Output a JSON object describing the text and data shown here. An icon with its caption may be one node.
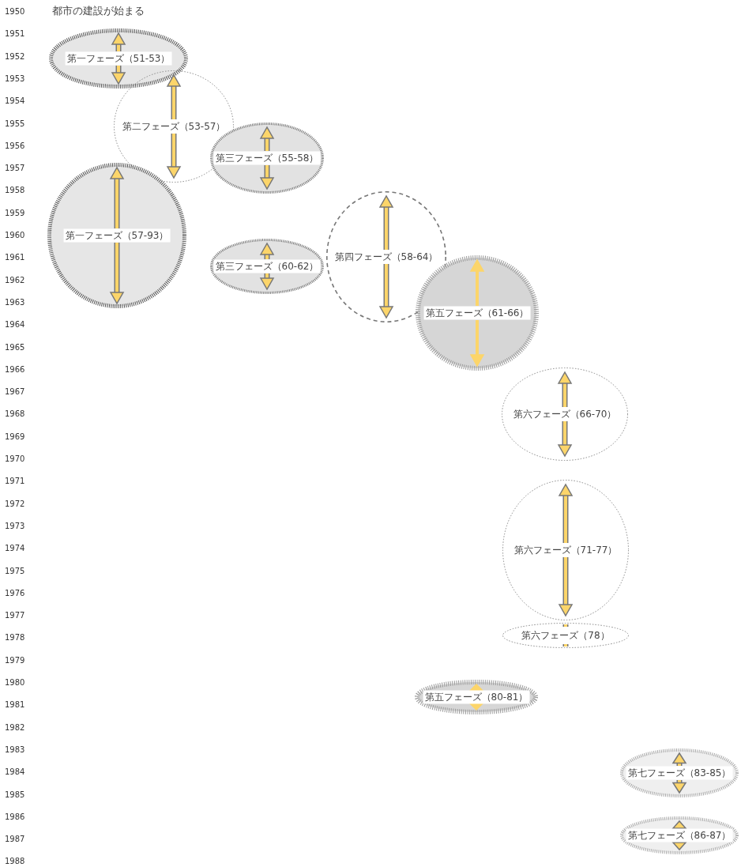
{
  "diagram": {
    "nodes": [
      {
        "text": [
          "第一フェーズ（51-53）"
        ]
      },
      {
        "text": [
          "第二フェーズ（53-57）"
        ]
      },
      {
        "text": [
          "第三フェーズ（55-58）"
        ]
      },
      {
        "text": [
          "第一フェーズ（57-93）"
        ]
      },
      {
        "text": [
          "第三フェーズ（60-62）"
        ]
      },
      {
        "text": [
          "第四フェーズ（58-64）"
        ]
      },
      {
        "text": [
          "第五フェーズ（61-66）"
        ]
      },
      {
        "text": [
          "第六フェーズ（66-70）"
        ]
      },
      {
        "text": [
          "第六フェーズ（71-77）"
        ]
      },
      {
        "text": [
          "第六フェーズ（78）"
        ]
      },
      {
        "text": [
          "第五フェーズ（80-81）"
        ]
      },
      {
        "text": [
          "第七フェーズ（83-85）"
        ]
      },
      {
        "text": [
          "第七フェーズ（86-87）"
        ]
      }
    ],
    "edges": [],
    "labels": [
      "1950",
      "都市の建設が始まる",
      "1951",
      "1952",
      "1953",
      "1954",
      "1955",
      "1956",
      "1957",
      "1958",
      "1959",
      "1960",
      "1961",
      "1962",
      "1963",
      "1964",
      "1965",
      "1966",
      "1967",
      "1968",
      "1969",
      "1970",
      "1971",
      "1972",
      "1973",
      "1974",
      "1975",
      "1976",
      "1977",
      "1978",
      "1979",
      "1980",
      "1981",
      "1982",
      "1983",
      "1984",
      "1985",
      "1986",
      "1987",
      "1988"
    ]
  }
}
